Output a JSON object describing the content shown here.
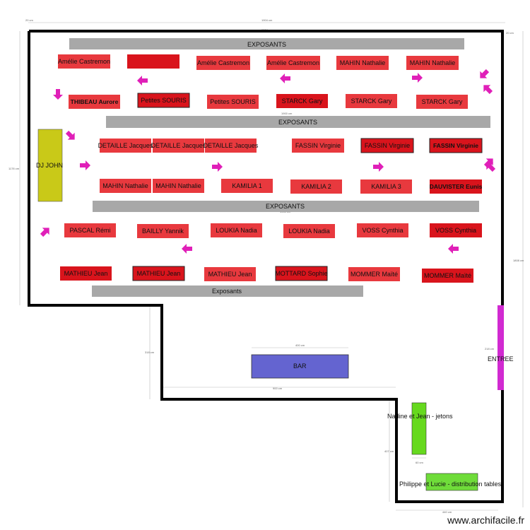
{
  "colors": {
    "wall": "#000000",
    "stand_red": "#e8393e",
    "stand_dark": "#d9141c",
    "aisle_gray": "#a8a8a8",
    "dj": "#c9c918",
    "bar": "#6464d0",
    "entrance": "#d12ad1",
    "jetons": "#66d91e",
    "tables": "#6fdc3a",
    "arrow": "#e01fb8"
  },
  "rows": {
    "exposants_top": "EXPOSANTS",
    "exposants_mid": "EXPOSANTS",
    "exposants_low": "EXPOSANTS",
    "exposants_bottom": "Exposants"
  },
  "stands": {
    "r1": [
      "Amélie Castremon",
      "",
      "Amélie Castremon",
      "Amélie Castremon",
      "MAHIN Nathalie",
      "MAHIN Nathalie"
    ],
    "r2": [
      "THIBEAU Aurore",
      "Petites SOURIS",
      "Petites SOURIS",
      "STARCK Gary",
      "STARCK Gary",
      "STARCK Gary"
    ],
    "r3": [
      "DETAILLE Jacques",
      "DETAILLE Jacques",
      "DETAILLE Jacques",
      "FASSIN Virginie",
      "FASSIN Virginie",
      "FASSIN Virginie"
    ],
    "r4": [
      "MAHIN Nathalie",
      "MAHIN Nathalie",
      "KAMILIA 1",
      "KAMILIA 2",
      "KAMILIA 3",
      "DAUVISTER Eunis"
    ],
    "r5": [
      "PASCAL Rémi",
      "BAILLY Yannik",
      "LOUKIA Nadia",
      "LOUKIA Nadia",
      "VOSS Cynthia",
      "VOSS Cynthia"
    ],
    "r6": [
      "MATHIEU Jean",
      "MATHIEU Jean",
      "MATHIEU Jean",
      "MOTTARD Sophie",
      "MOMMER Maïté",
      "MOMMER Maïté"
    ]
  },
  "areas": {
    "dj": "DJ JOHN",
    "bar": "BAR",
    "entrance": "ENTREE",
    "jetons": "Nadine et Jean - jetons",
    "tables": "Philippe et Lucie - distribution tables"
  },
  "watermark": "www.archifacile.fr"
}
